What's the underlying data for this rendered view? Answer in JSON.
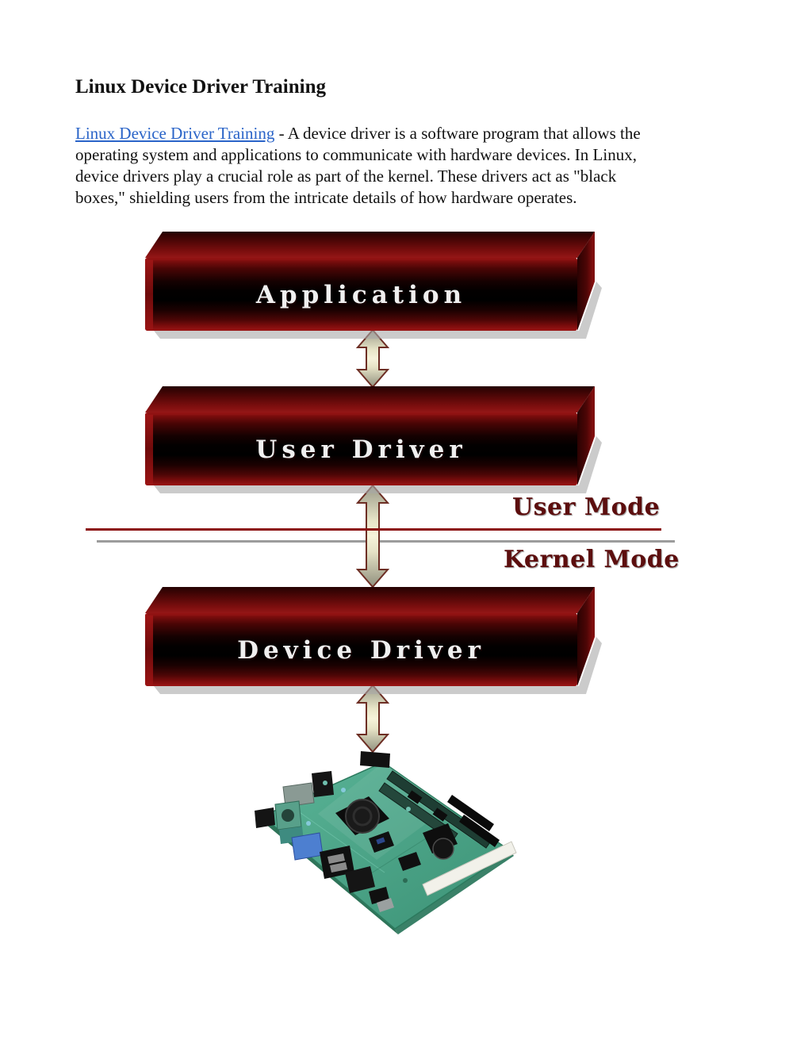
{
  "document": {
    "title": "Linux Device Driver Training",
    "body": {
      "link_text": "Linux Device Driver Training",
      "line1_rest": " - A device driver is a software program that allows the",
      "line2": "operating system and applications to communicate with hardware devices. In Linux,",
      "line3": "device drivers play a crucial role as part of the kernel. These drivers act as \"black",
      "line4": "boxes,\" shielding users from the intricate details of how hardware operates."
    }
  },
  "diagram": {
    "layers": [
      {
        "label": "Application"
      },
      {
        "label": "User Driver"
      },
      {
        "label": "Device Driver"
      }
    ],
    "mode_labels": {
      "user": "User Mode",
      "kernel": "Kernel Mode"
    },
    "colors": {
      "box_red": "#8e1212",
      "box_black": "#000000",
      "box_label_text": "#efefef",
      "mode_text": "#5c0e0e",
      "divider_line_red": "#8b0f0f",
      "divider_line_gray": "#9c9c9c",
      "arrow_fill": "#f2efd6",
      "arrow_outline": "#6d2e24",
      "pcb_green": "#47a183",
      "link_blue": "#2a64c8"
    }
  }
}
